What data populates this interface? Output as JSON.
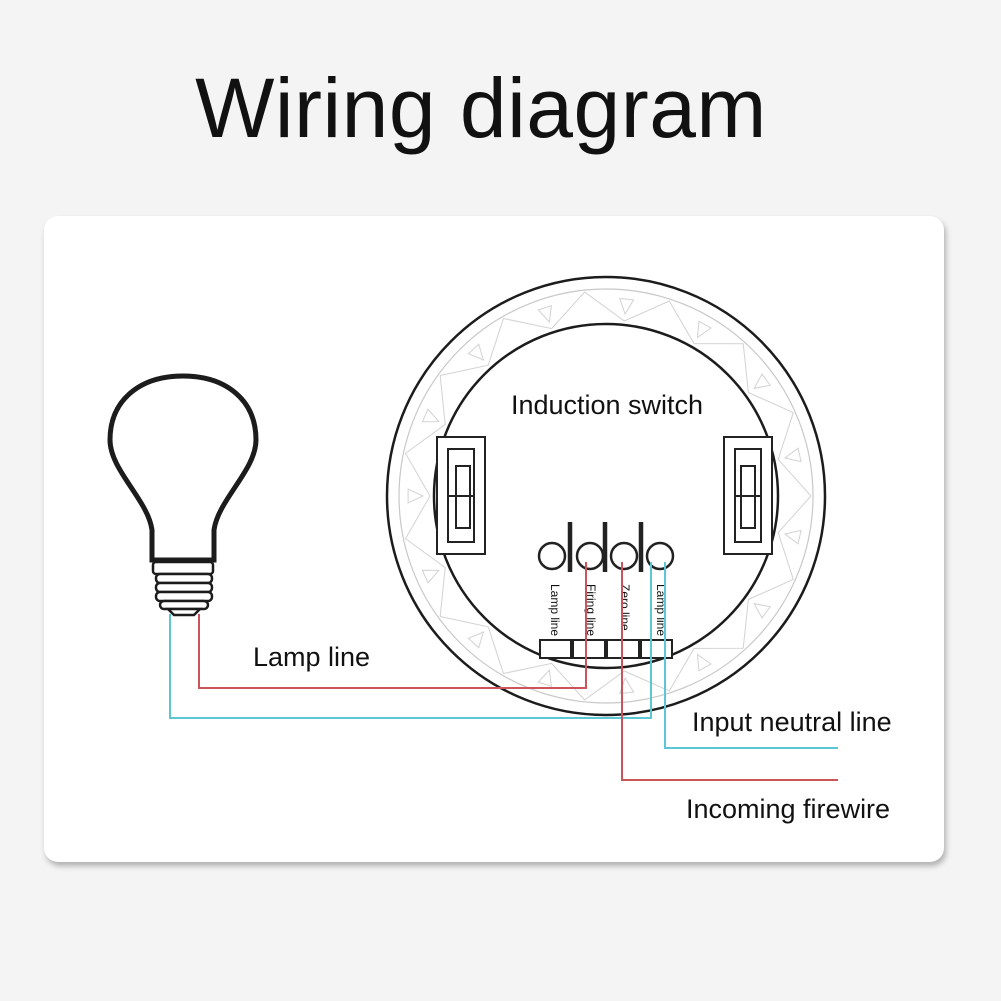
{
  "title": "Wiring diagram",
  "labels": {
    "switch": "Induction switch",
    "lamp_line": "Lamp line",
    "input_neutral": "Input neutral line",
    "incoming_fire": "Incoming firewire"
  },
  "terminals": [
    "Lamp line",
    "Firing line",
    "Zero line",
    "Lamp line"
  ],
  "colors": {
    "live_wire": "#c9545a",
    "neutral_wire": "#5cc6d4",
    "outline": "#222222",
    "ring_light": "#c8c8c8"
  },
  "icons": [
    "light-bulb-icon",
    "induction-switch-icon"
  ]
}
